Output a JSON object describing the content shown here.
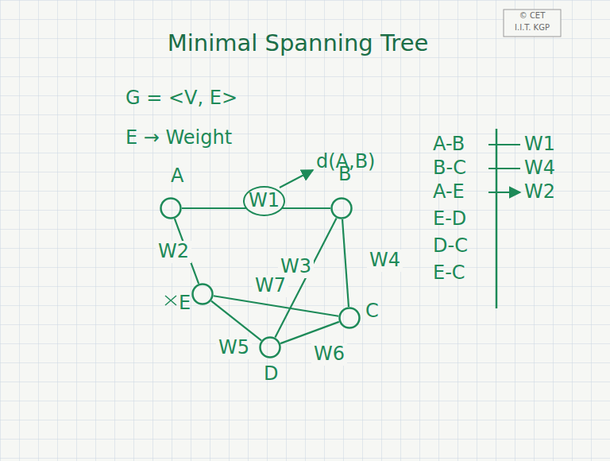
{
  "diagram": {
    "title": "Minimal Spanning Tree",
    "nodes": [
      {
        "text": [
          "A"
        ]
      },
      {
        "text": [
          "B"
        ]
      },
      {
        "text": [
          "E"
        ]
      },
      {
        "text": [
          "C"
        ]
      },
      {
        "text": [
          "D"
        ]
      }
    ],
    "edges": [
      {
        "from": 0,
        "to": 1,
        "arrow": "none",
        "label": "W1"
      },
      {
        "from": 0,
        "to": 2,
        "arrow": "none",
        "label": "W2"
      },
      {
        "from": 1,
        "to": 4,
        "arrow": "none",
        "label": "W3"
      },
      {
        "from": 1,
        "to": 3,
        "arrow": "none",
        "label": "W4"
      },
      {
        "from": 2,
        "to": 4,
        "arrow": "none",
        "label": "W5"
      },
      {
        "from": 4,
        "to": 3,
        "arrow": "none",
        "label": "W6"
      },
      {
        "from": 2,
        "to": 3,
        "arrow": "none",
        "label": "W7"
      }
    ],
    "labels": [
      "G = <V, E>",
      "E → Weight",
      "d(A,B)",
      "© CET",
      "I.I.T. KGP",
      "A-B",
      "W1",
      "B-C",
      "W4",
      "A-E",
      "W2",
      "E-D",
      "D-C",
      "E-C"
    ]
  }
}
